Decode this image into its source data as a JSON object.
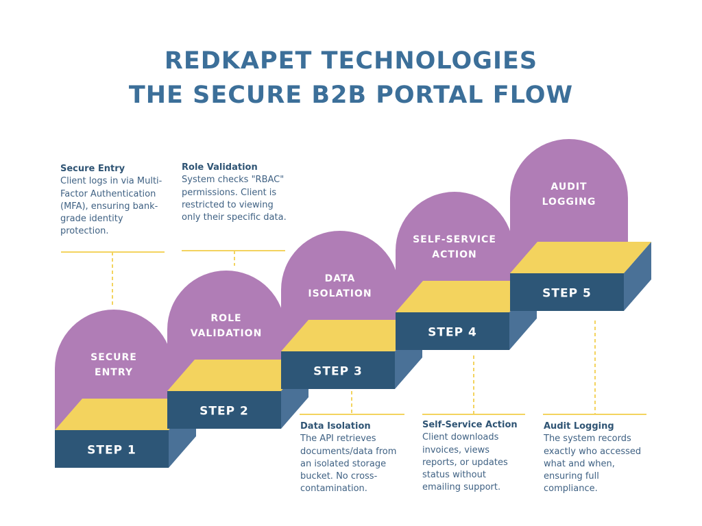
{
  "title": {
    "line1": "REDKAPET TECHNOLOGIES",
    "line2": "THE SECURE B2B PORTAL FLOW"
  },
  "colors": {
    "title": "#3c6f99",
    "arch": "#b07db6",
    "top": "#f3d35e",
    "front": "#2d5677",
    "side": "#4a7197",
    "connector": "#f3d35e",
    "text": "#3f6183"
  },
  "steps": [
    {
      "label": "STEP 1",
      "arch_line1": "SECURE",
      "arch_line2": "ENTRY",
      "heading": "Secure Entry",
      "description": "Client logs in via Multi-Factor Authentication (MFA), ensuring bank-grade identity protection."
    },
    {
      "label": "STEP 2",
      "arch_line1": "ROLE",
      "arch_line2": "VALIDATION",
      "heading": "Role Validation",
      "description": "System checks \"RBAC\" permissions. Client is restricted to viewing only their specific data."
    },
    {
      "label": "STEP 3",
      "arch_line1": "DATA",
      "arch_line2": "ISOLATION",
      "heading": "Data Isolation",
      "description": "The API retrieves documents/data from an isolated storage bucket. No cross-contamination."
    },
    {
      "label": "STEP 4",
      "arch_line1": "SELF-SERVICE",
      "arch_line2": "ACTION",
      "heading": "Self-Service Action",
      "description": "Client downloads invoices, views reports, or updates status without emailing support."
    },
    {
      "label": "STEP 5",
      "arch_line1": "AUDIT",
      "arch_line2": "LOGGING",
      "heading": "Audit Logging",
      "description": "The system records exactly who accessed what and when, ensuring full compliance."
    }
  ]
}
